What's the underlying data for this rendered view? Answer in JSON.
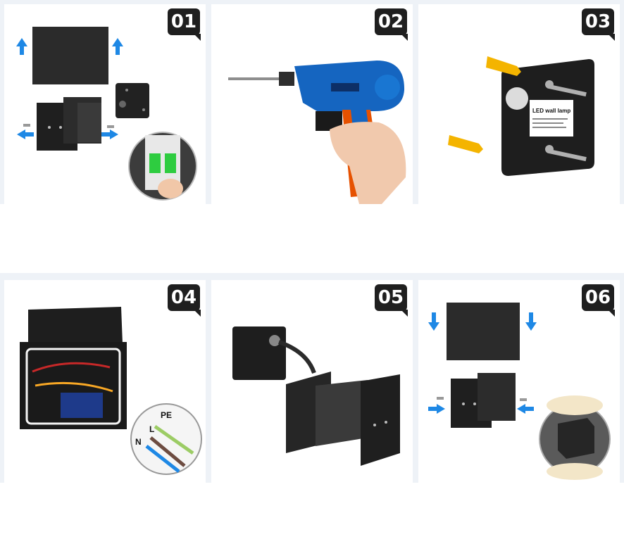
{
  "steps": [
    {
      "number": "01"
    },
    {
      "number": "02"
    },
    {
      "number": "03",
      "label_title": "LED wall lamp"
    },
    {
      "number": "04",
      "wire_labels": {
        "pe": "PE",
        "l": "L",
        "n": "N"
      }
    },
    {
      "number": "05"
    },
    {
      "number": "06"
    }
  ],
  "colors": {
    "arrow": "#1e88e5",
    "lamp_body": "#2a2a2a",
    "drill_blue": "#1565c0",
    "drill_orange": "#e65100",
    "anchor_yellow": "#f4b400",
    "breaker_green": "#2ecc40"
  }
}
